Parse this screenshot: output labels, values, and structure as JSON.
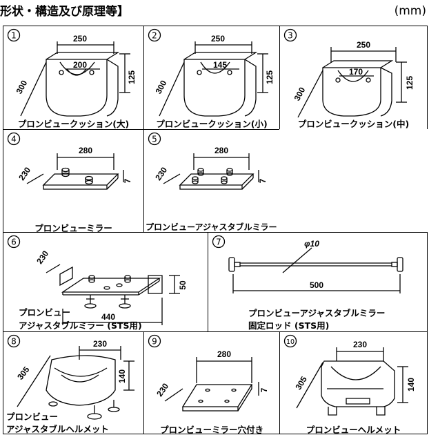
{
  "header": {
    "title": "形状・構造及び原理等】",
    "unit": "(mm)"
  },
  "items": [
    {
      "num": "1",
      "caption": "プロンビュークッション(大)",
      "dims": [
        "250",
        "200",
        "125",
        "300"
      ]
    },
    {
      "num": "2",
      "caption": "プロンビュークッション(小)",
      "dims": [
        "250",
        "145",
        "125",
        "300"
      ]
    },
    {
      "num": "3",
      "caption": "プロンビュークッション(中)",
      "dims": [
        "250",
        "170",
        "125",
        "300"
      ]
    },
    {
      "num": "4",
      "caption": "プロンビューミラー",
      "dims": [
        "280",
        "230",
        "7"
      ]
    },
    {
      "num": "5",
      "caption": "プロンビューアジャスタブルミラー",
      "dims": [
        "280",
        "230",
        "7"
      ]
    },
    {
      "num": "6",
      "caption_line1": "プロンビュー",
      "caption_line2": "アジャスタブルミラー (STS用)",
      "dims": [
        "230",
        "50",
        "440"
      ]
    },
    {
      "num": "7",
      "caption_line1": "プロンビューアジャスタブルミラー",
      "caption_line2": "固定ロッド (STS用)",
      "dims": [
        "φ10",
        "500"
      ]
    },
    {
      "num": "8",
      "caption_line1": "プロンビュー",
      "caption_line2": "アジャスタブルヘルメット",
      "dims": [
        "230",
        "305",
        "140"
      ]
    },
    {
      "num": "9",
      "caption": "プロンビューミラー穴付き",
      "dims": [
        "280",
        "230",
        "7"
      ]
    },
    {
      "num": "10",
      "caption": "プロンビューヘルメット",
      "dims": [
        "230",
        "305",
        "140"
      ]
    }
  ]
}
